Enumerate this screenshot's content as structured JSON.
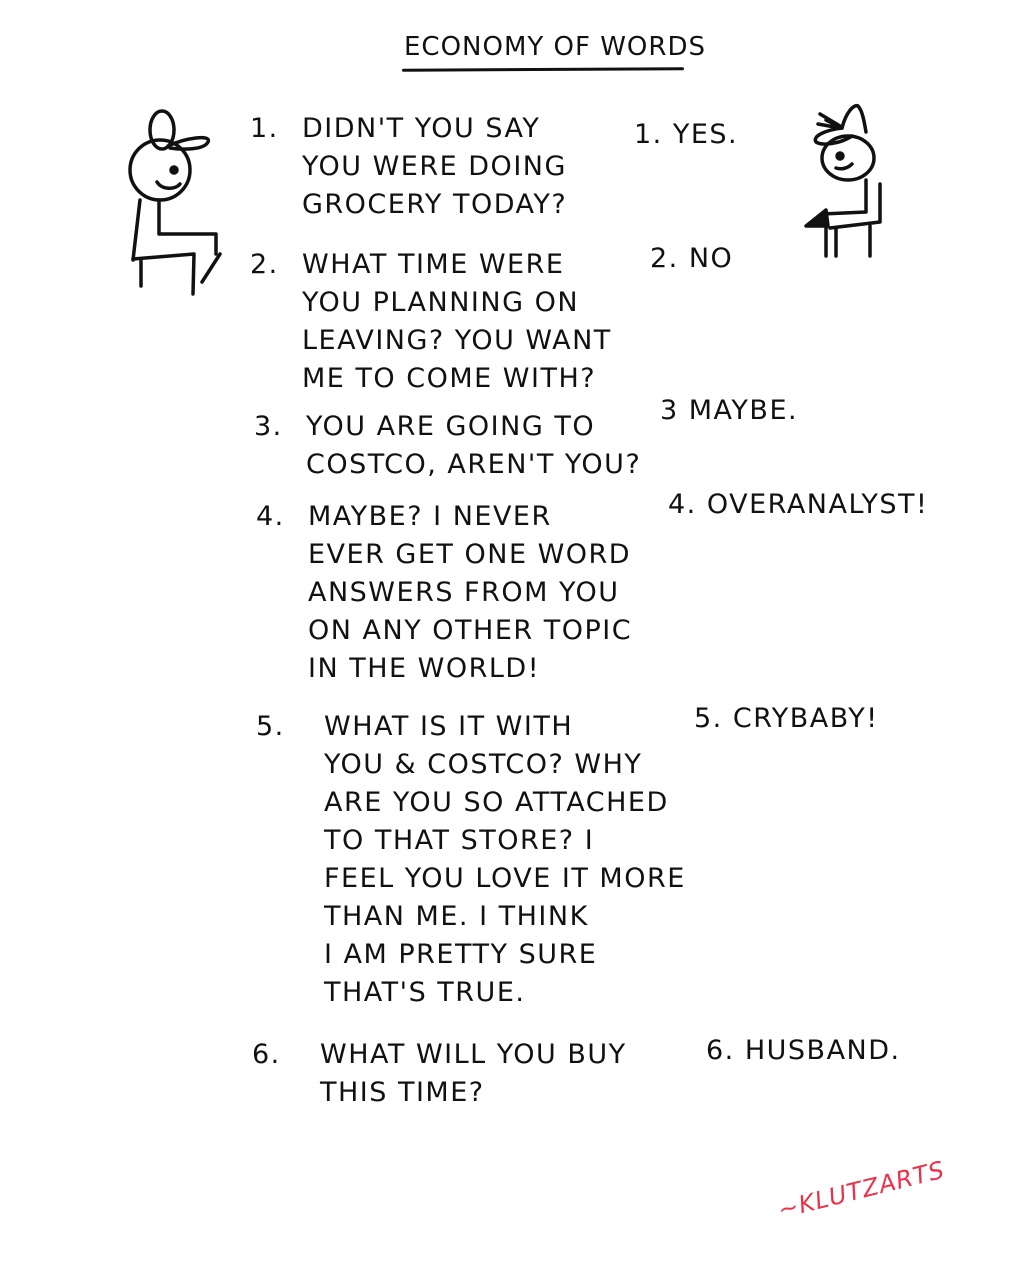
{
  "title": "ECONOMY OF WORDS",
  "questions": [
    {
      "num": "1.",
      "text": "DIDN'T YOU SAY\nYOU WERE DOING\nGROCERY TODAY?"
    },
    {
      "num": "2.",
      "text": "WHAT TIME WERE\nYOU PLANNING ON\nLEAVING? YOU WANT\nME TO COME WITH?"
    },
    {
      "num": "3.",
      "text": "YOU ARE GOING TO\nCOSTCO, AREN'T YOU?"
    },
    {
      "num": "4.",
      "text": "MAYBE? I NEVER\nEVER GET ONE WORD\nANSWERS FROM YOU\nON ANY OTHER TOPIC\nIN THE WORLD!"
    },
    {
      "num": "5.",
      "text": "WHAT IS IT WITH\nYOU & COSTCO? WHY\nARE YOU SO ATTACHED\nTO THAT STORE? I\nFEEL YOU LOVE IT MORE\nTHAN ME. I THINK\nI AM PRETTY SURE\nTHAT'S TRUE."
    },
    {
      "num": "6.",
      "text": "WHAT WILL YOU BUY\nTHIS TIME?"
    }
  ],
  "answers": [
    {
      "text": "1. YES."
    },
    {
      "text": "2. NO"
    },
    {
      "text": "3 MAYBE."
    },
    {
      "text": "4. OVERANALYST!"
    },
    {
      "text": "5. CRYBABY!"
    },
    {
      "text": "6. HUSBAND."
    }
  ],
  "characters": {
    "left": "stick-figure-with-cap",
    "right": "stick-figure-with-bow-cap"
  },
  "signature": "~KLUTZARTS",
  "colors": {
    "ink": "#111111",
    "signature": "#e8334a",
    "background": "#ffffff"
  }
}
